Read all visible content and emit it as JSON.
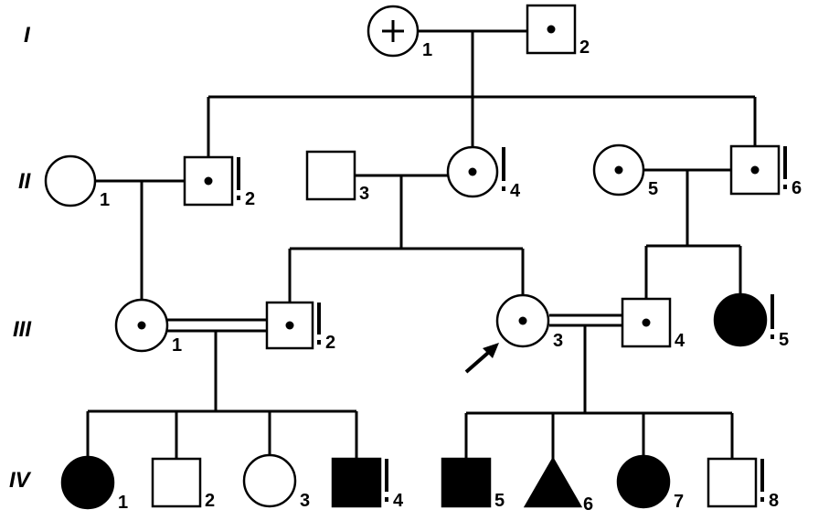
{
  "generations": [
    {
      "key": "I",
      "label": "I"
    },
    {
      "key": "II",
      "label": "II"
    },
    {
      "key": "III",
      "label": "III"
    },
    {
      "key": "IV",
      "label": "IV"
    }
  ],
  "individuals": [
    {
      "id": "I-1",
      "gen": "I",
      "label": "1",
      "sex": "female",
      "status": "plus"
    },
    {
      "id": "I-2",
      "gen": "I",
      "label": "2",
      "sex": "male",
      "status": "carrier"
    },
    {
      "id": "II-1",
      "gen": "II",
      "label": "1",
      "sex": "female",
      "status": "unaffected"
    },
    {
      "id": "II-2",
      "gen": "II",
      "label": "2",
      "sex": "male",
      "status": "carrier",
      "exclaim": true
    },
    {
      "id": "II-3",
      "gen": "II",
      "label": "3",
      "sex": "male",
      "status": "unaffected"
    },
    {
      "id": "II-4",
      "gen": "II",
      "label": "4",
      "sex": "female",
      "status": "carrier",
      "exclaim": true
    },
    {
      "id": "II-5",
      "gen": "II",
      "label": "5",
      "sex": "female",
      "status": "carrier"
    },
    {
      "id": "II-6",
      "gen": "II",
      "label": "6",
      "sex": "male",
      "status": "carrier",
      "exclaim": true
    },
    {
      "id": "III-1",
      "gen": "III",
      "label": "1",
      "sex": "female",
      "status": "carrier"
    },
    {
      "id": "III-2",
      "gen": "III",
      "label": "2",
      "sex": "male",
      "status": "carrier",
      "exclaim": true
    },
    {
      "id": "III-3",
      "gen": "III",
      "label": "3",
      "sex": "female",
      "status": "carrier",
      "proband": true
    },
    {
      "id": "III-4",
      "gen": "III",
      "label": "4",
      "sex": "male",
      "status": "carrier"
    },
    {
      "id": "III-5",
      "gen": "III",
      "label": "5",
      "sex": "female",
      "status": "affected",
      "exclaim": true
    },
    {
      "id": "IV-1",
      "gen": "IV",
      "label": "1",
      "sex": "female",
      "status": "affected"
    },
    {
      "id": "IV-2",
      "gen": "IV",
      "label": "2",
      "sex": "male",
      "status": "unaffected"
    },
    {
      "id": "IV-3",
      "gen": "IV",
      "label": "3",
      "sex": "female",
      "status": "unaffected"
    },
    {
      "id": "IV-4",
      "gen": "IV",
      "label": "4",
      "sex": "male",
      "status": "affected",
      "exclaim": true
    },
    {
      "id": "IV-5",
      "gen": "IV",
      "label": "5",
      "sex": "male",
      "status": "affected"
    },
    {
      "id": "IV-6",
      "gen": "IV",
      "label": "6",
      "sex": "unknown",
      "status": "affected"
    },
    {
      "id": "IV-7",
      "gen": "IV",
      "label": "7",
      "sex": "female",
      "status": "affected"
    },
    {
      "id": "IV-8",
      "gen": "IV",
      "label": "8",
      "sex": "male",
      "status": "unaffected",
      "exclaim": true
    }
  ],
  "matings": [
    {
      "a": "I-1",
      "b": "I-2",
      "consanguineous": false
    },
    {
      "a": "II-1",
      "b": "II-2",
      "consanguineous": false
    },
    {
      "a": "II-3",
      "b": "II-4",
      "consanguineous": false
    },
    {
      "a": "II-5",
      "b": "II-6",
      "consanguineous": false
    },
    {
      "a": "III-1",
      "b": "III-2",
      "consanguineous": true
    },
    {
      "a": "III-3",
      "b": "III-4",
      "consanguineous": true
    }
  ],
  "colors": {
    "ink": "#000000",
    "background": "#ffffff"
  }
}
